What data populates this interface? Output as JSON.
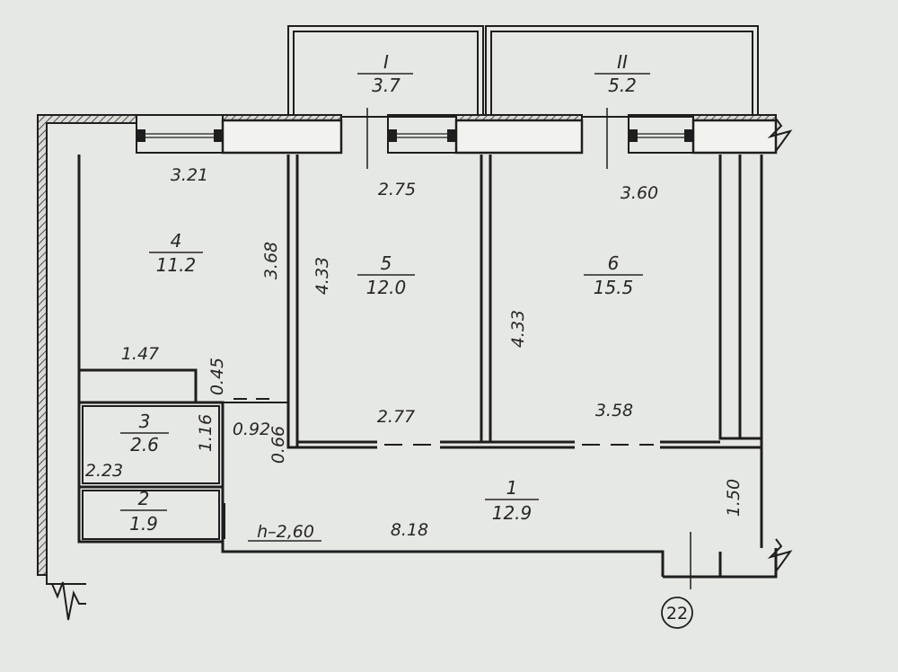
{
  "rooms": [
    {
      "number": "I",
      "area": "3.7"
    },
    {
      "number": "II",
      "area": "5.2"
    },
    {
      "number": "4",
      "area": "11.2"
    },
    {
      "number": "5",
      "area": "12.0"
    },
    {
      "number": "6",
      "area": "15.5"
    },
    {
      "number": "3",
      "area": "2.6"
    },
    {
      "number": "2",
      "area": "1.9"
    },
    {
      "number": "1",
      "area": "12.9"
    }
  ],
  "dimensions": {
    "d321": "3.21",
    "d275": "2.75",
    "d360": "3.60",
    "d368": "3.68",
    "d433a": "4.33",
    "d433b": "4.33",
    "d147": "1.47",
    "d045": "0.45",
    "d116": "1.16",
    "d092": "0.92",
    "d066": "0.66",
    "d223": "2.23",
    "d277": "2.77",
    "d358": "3.58",
    "d818": "8.18",
    "d150": "1.50"
  },
  "height_mark": "h–2,60",
  "axis_label": "22"
}
